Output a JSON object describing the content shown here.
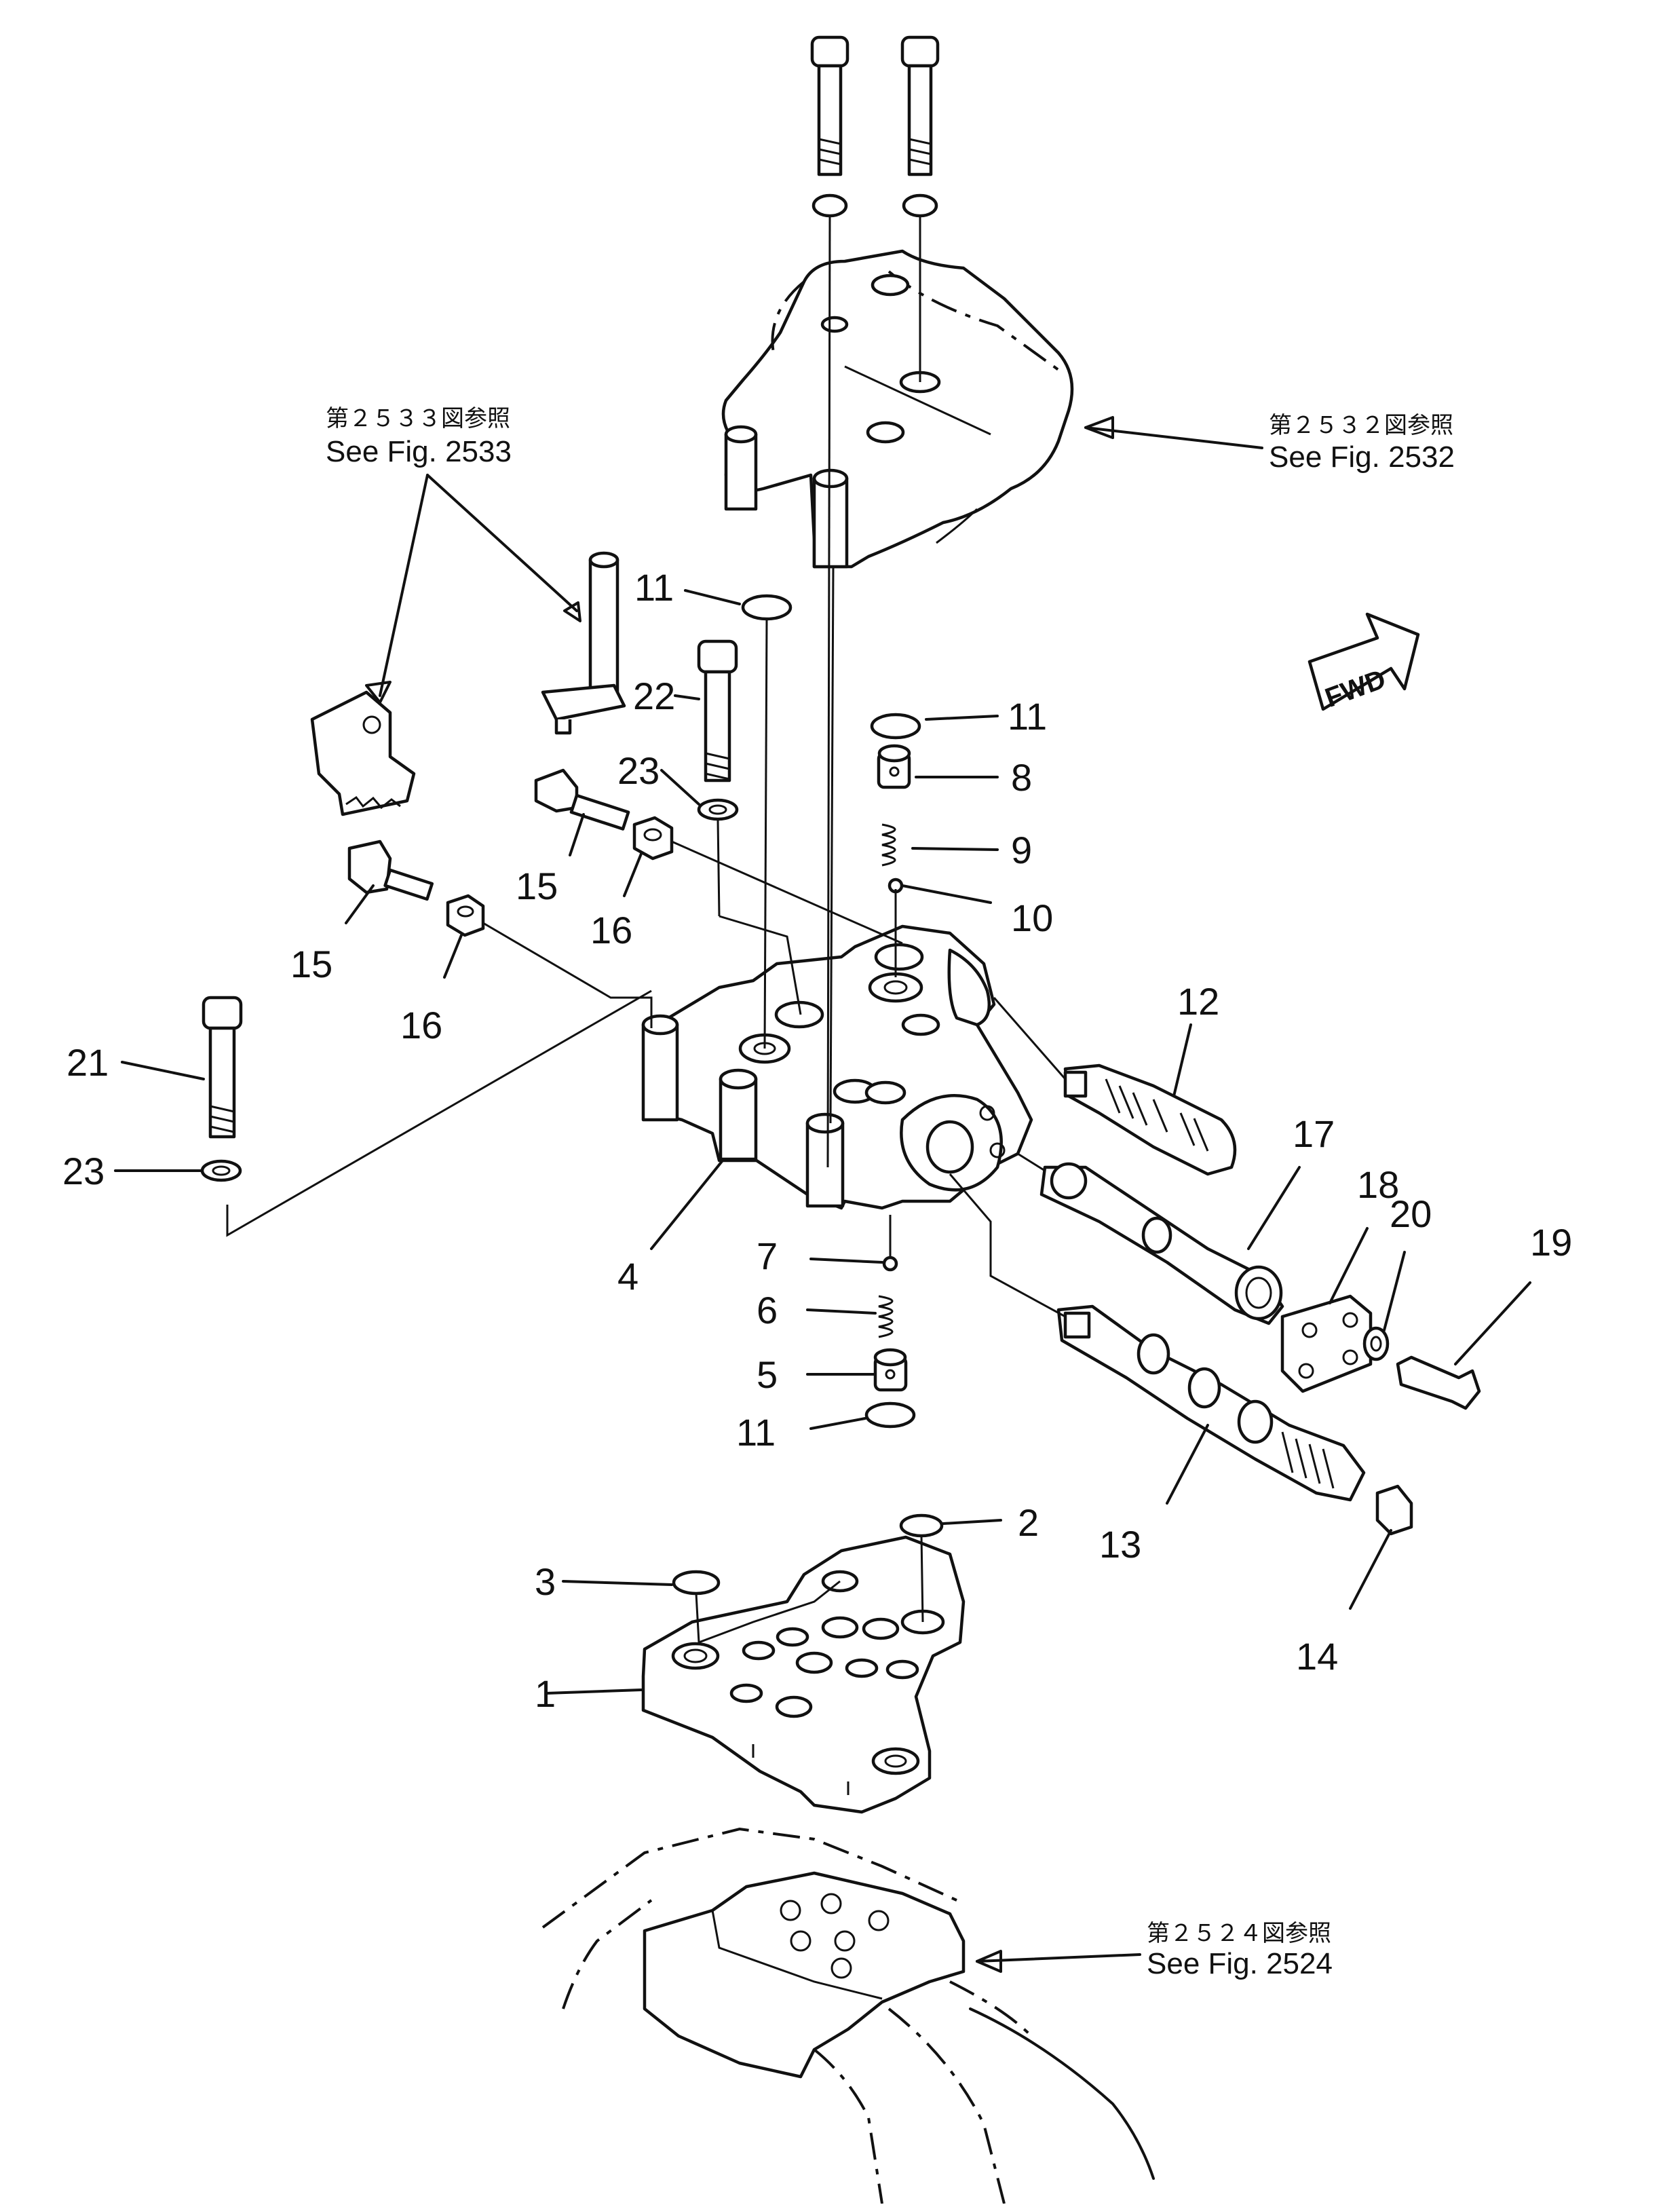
{
  "figure": {
    "fwd_label": "FWD",
    "references": [
      {
        "jp": "第２５３３図参照",
        "en": "See Fig. 2533"
      },
      {
        "jp": "第２５３２図参照",
        "en": "See Fig. 2532"
      },
      {
        "jp": "第２５２４図参照",
        "en": "See Fig. 2524"
      }
    ],
    "callouts": [
      {
        "id": "c11a",
        "label": "11"
      },
      {
        "id": "c22",
        "label": "22"
      },
      {
        "id": "c23a",
        "label": "23"
      },
      {
        "id": "c15a",
        "label": "15"
      },
      {
        "id": "c15b",
        "label": "15"
      },
      {
        "id": "c16a",
        "label": "16"
      },
      {
        "id": "c16b",
        "label": "16"
      },
      {
        "id": "c21",
        "label": "21"
      },
      {
        "id": "c23b",
        "label": "23"
      },
      {
        "id": "c11b",
        "label": "11"
      },
      {
        "id": "c8",
        "label": "8"
      },
      {
        "id": "c9",
        "label": "9"
      },
      {
        "id": "c10",
        "label": "10"
      },
      {
        "id": "c12",
        "label": "12"
      },
      {
        "id": "c17",
        "label": "17"
      },
      {
        "id": "c18",
        "label": "18"
      },
      {
        "id": "c20",
        "label": "20"
      },
      {
        "id": "c19",
        "label": "19"
      },
      {
        "id": "c4",
        "label": "4"
      },
      {
        "id": "c7",
        "label": "7"
      },
      {
        "id": "c6",
        "label": "6"
      },
      {
        "id": "c5",
        "label": "5"
      },
      {
        "id": "c11c",
        "label": "11"
      },
      {
        "id": "c13",
        "label": "13"
      },
      {
        "id": "c14",
        "label": "14"
      },
      {
        "id": "c2",
        "label": "2"
      },
      {
        "id": "c3",
        "label": "3"
      },
      {
        "id": "c1",
        "label": "1"
      }
    ]
  }
}
